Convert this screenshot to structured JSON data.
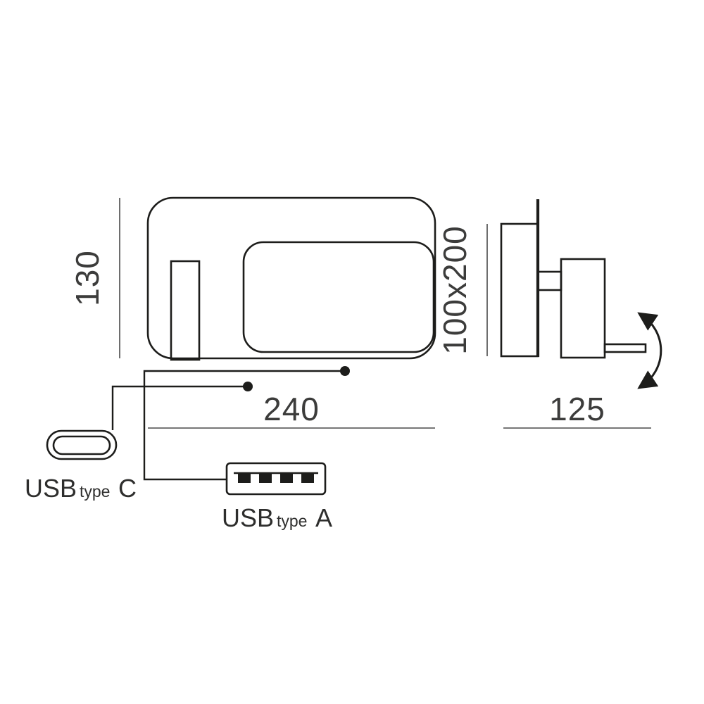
{
  "dimensions": {
    "front_height": "130",
    "front_width": "240",
    "side_plate": "100x200",
    "side_depth": "125"
  },
  "connectors": {
    "usb_c": {
      "word": "USB",
      "type_word": "type",
      "letter": "C"
    },
    "usb_a": {
      "word": "USB",
      "type_word": "type",
      "letter": "A"
    }
  },
  "colors": {
    "outline": "#1d1d1b",
    "dimension_line": "#4a4a4a",
    "text": "#3c3c3b",
    "background": "#ffffff"
  }
}
